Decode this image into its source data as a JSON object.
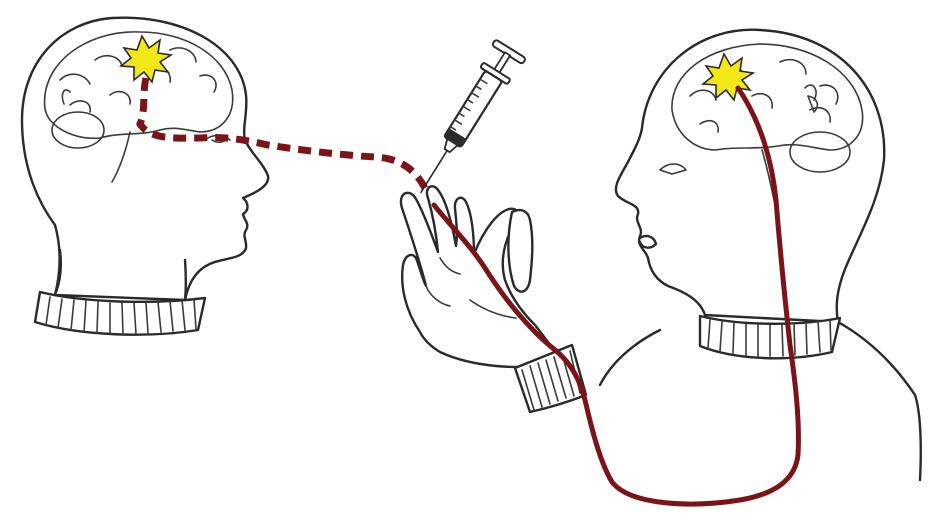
{
  "colors": {
    "background": "#ffffff",
    "ink": "#2a2a2a",
    "pathway": "#7a1418",
    "burst_fill": "#f2e816",
    "burst_stroke": "#2a2a2a"
  },
  "figures": {
    "left_person": {
      "icon": "head-profile-icon",
      "facing": "right",
      "brain_activity": "burst-icon"
    },
    "right_person": {
      "icon": "head-profile-icon",
      "facing": "left",
      "brain_activity": "burst-icon"
    },
    "syringe": {
      "icon": "syringe-icon"
    },
    "hand": {
      "icon": "open-hand-icon"
    }
  },
  "connections": {
    "left_to_syringe": {
      "style": "dashed"
    },
    "syringe_to_right": {
      "style": "solid"
    }
  }
}
